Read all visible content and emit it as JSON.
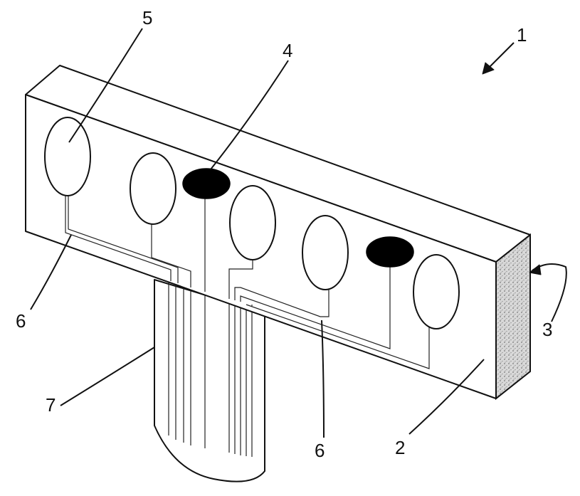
{
  "figure": {
    "labels": {
      "device": "1",
      "front_face": "2",
      "side_face": "3",
      "dark_element": "4",
      "electrode": "5",
      "conductor_left": "6",
      "conductor_bottom": "6",
      "ribbon": "7"
    }
  }
}
